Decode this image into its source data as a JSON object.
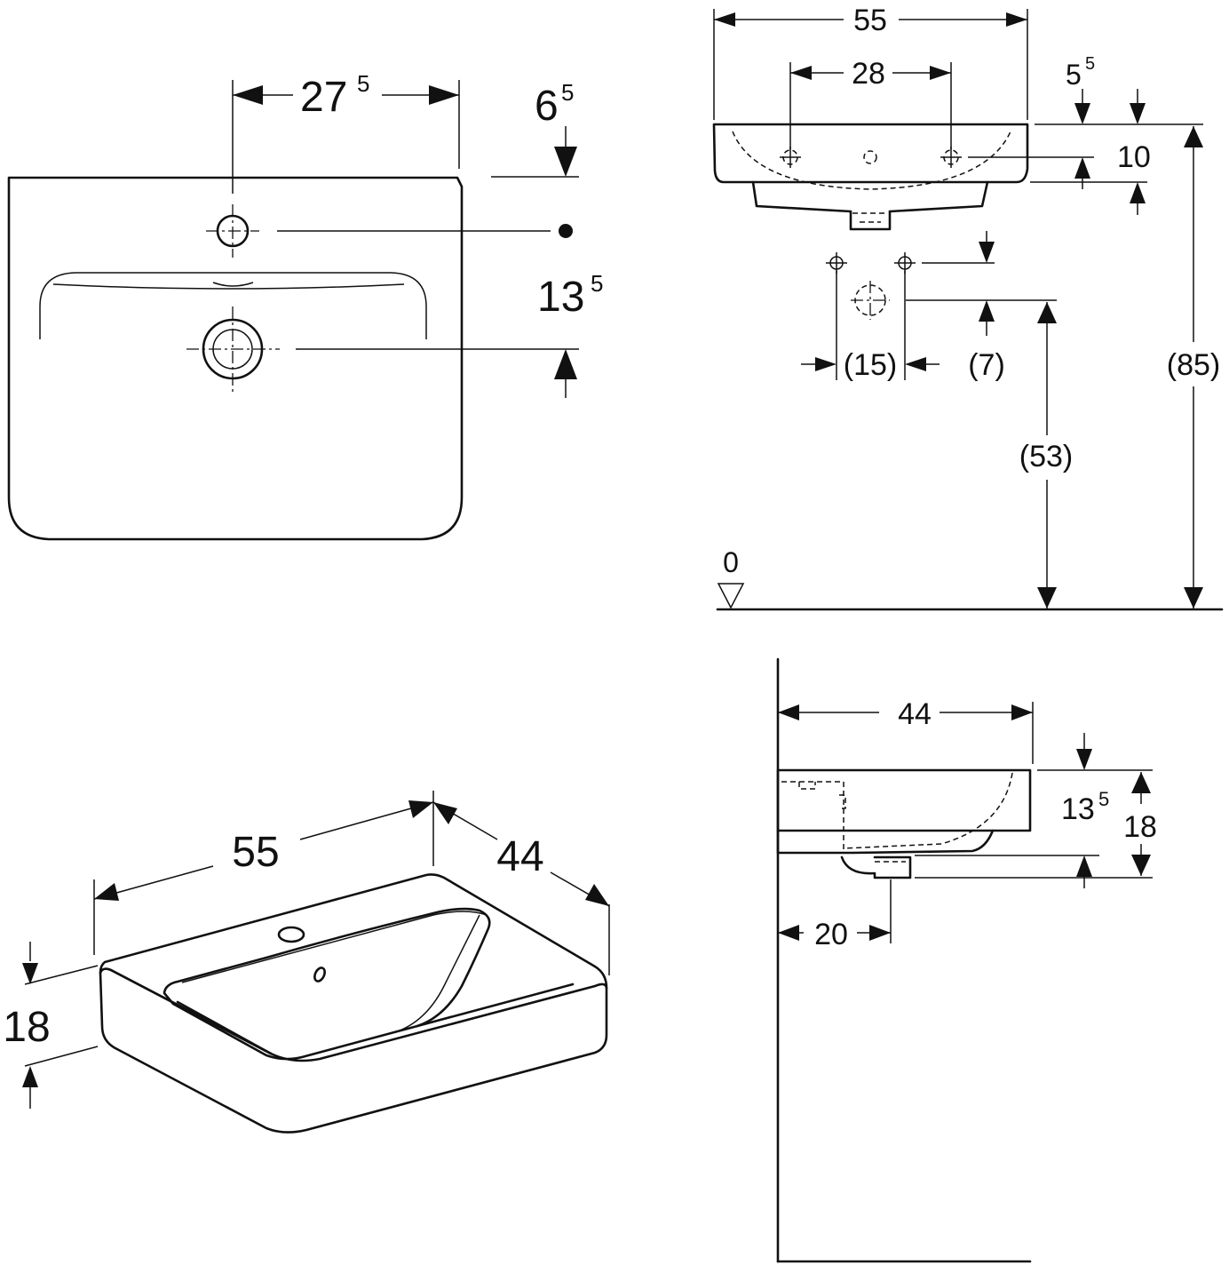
{
  "labels": {
    "top_width": "27",
    "top_width_sup": "5",
    "tap_offset": "6",
    "tap_offset_sup": "5",
    "drain_offset": "13",
    "drain_offset_sup": "5",
    "front_width": "55",
    "front_tap_span": "28",
    "front_rim": "5",
    "front_rim_sup": "5",
    "front_tap_drop": "10",
    "front_mount_spacing": "(15)",
    "front_mount_height": "(7)",
    "front_drain_height": "(53)",
    "front_total_height": "(85)",
    "floor_level": "0",
    "iso_width": "55",
    "iso_depth": "44",
    "iso_height": "18",
    "side_depth": "44",
    "side_inner": "13",
    "side_inner_sup": "5",
    "side_height": "18",
    "side_drain_distance": "20"
  }
}
